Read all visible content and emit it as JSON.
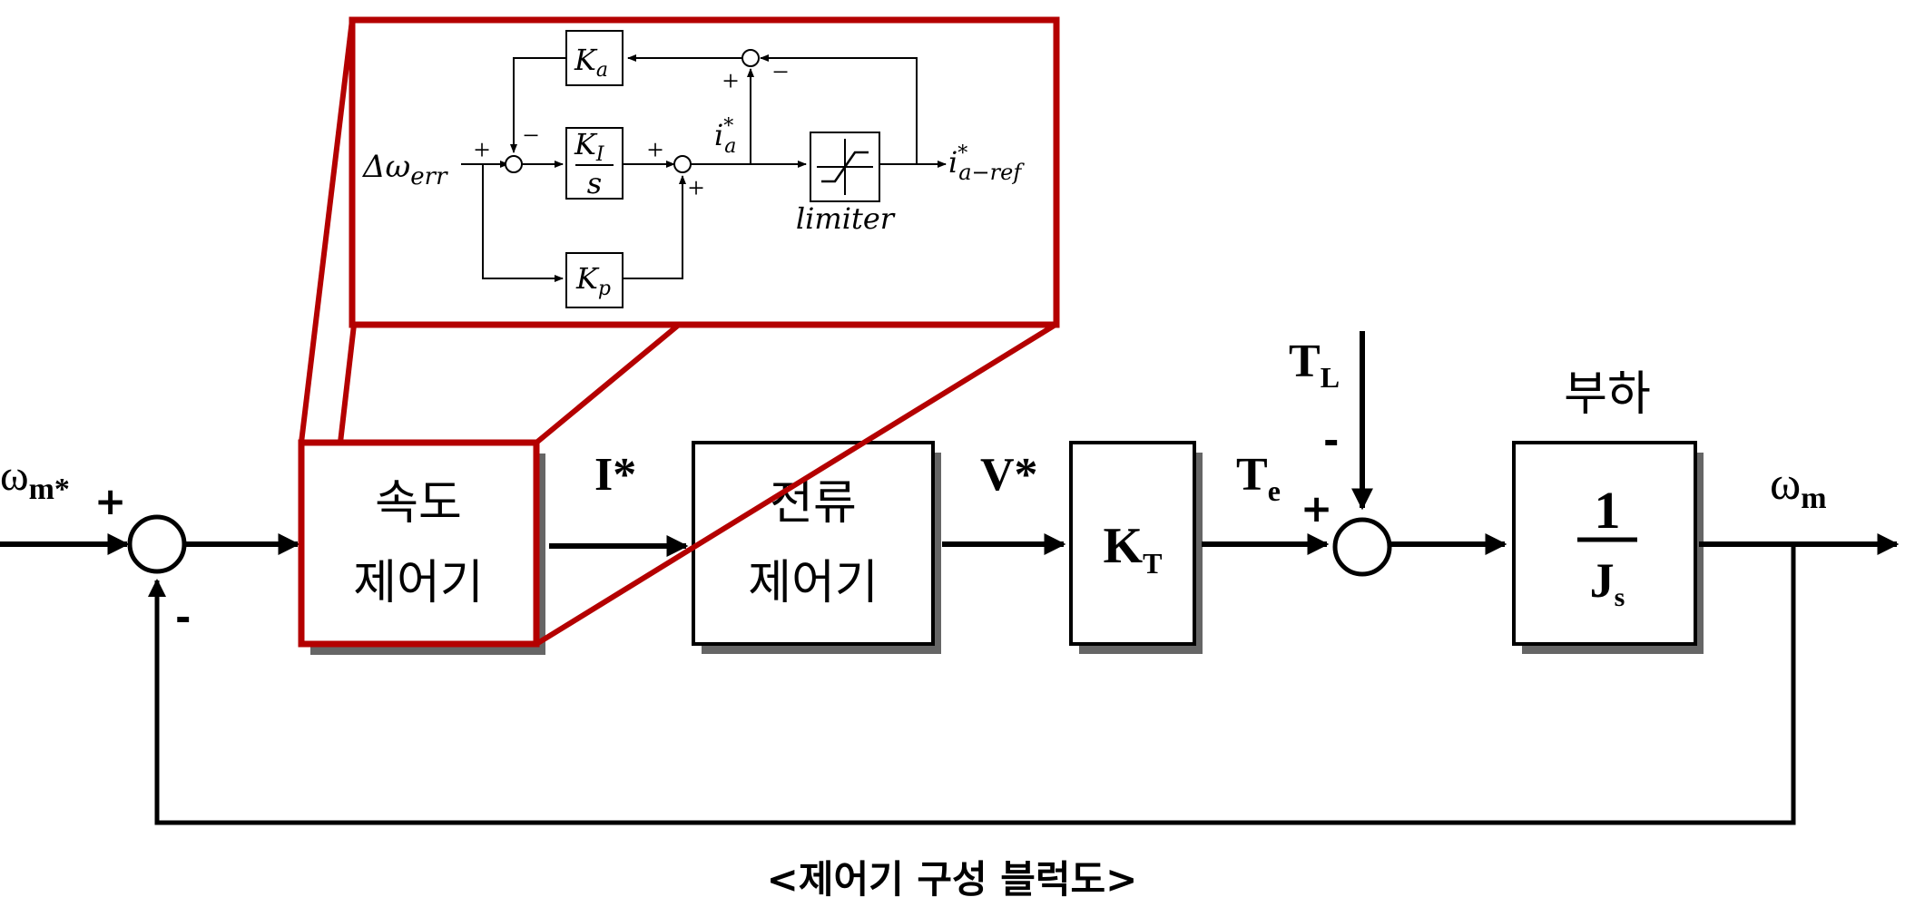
{
  "main": {
    "input_label": "ω",
    "input_sub": "m*",
    "sum1_plus": "+",
    "sum1_minus": "-",
    "speed_block": {
      "line1": "속도",
      "line2": "제어기"
    },
    "current_ref": "I*",
    "current_block": {
      "line1": "전류",
      "line2": "제어기"
    },
    "voltage_ref": "V*",
    "kt_block": {
      "main": "K",
      "sub": "T"
    },
    "te_label": {
      "main": "T",
      "sub": "e"
    },
    "tl_label": {
      "main": "T",
      "sub": "L"
    },
    "sum2_plus": "+",
    "sum2_minus": "-",
    "load_title": "부하",
    "load_block": {
      "numerator": "1",
      "denominator_main": "J",
      "denominator_sub": "s"
    },
    "output_label": "ω",
    "output_sub": "m",
    "caption": "<제어기 구성 블럭도>"
  },
  "inset": {
    "input_label": "Δω",
    "input_sub": "err",
    "ka": {
      "main": "K",
      "sub": "a"
    },
    "ki": {
      "main": "K",
      "sub": "I",
      "den": "s"
    },
    "kp": {
      "main": "K",
      "sub": "p"
    },
    "ia": {
      "main": "i",
      "sub": "a",
      "sup": "*"
    },
    "output": {
      "main": "i",
      "sub": "a−ref",
      "sup": "*"
    },
    "limiter_label": "limiter",
    "sumA_plus": "+",
    "sumA_minus": "−",
    "sumB_plus_top": "+",
    "sumB_plus_bottom": "+",
    "sumC_plus": "+",
    "sumC_minus": "−"
  },
  "colors": {
    "highlight": "#b40000",
    "line": "#000000"
  }
}
